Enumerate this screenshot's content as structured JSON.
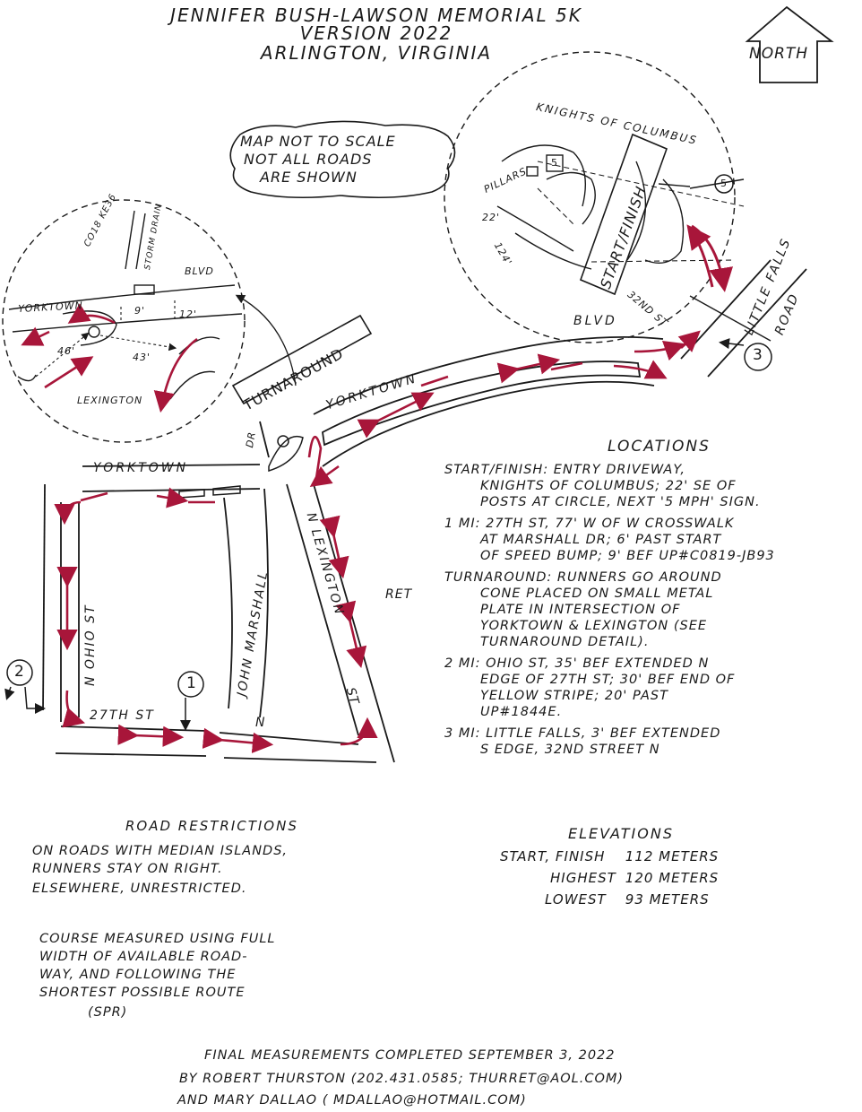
{
  "title": {
    "line1": "Jennifer Bush-Lawson Memorial 5K",
    "line2": "Version 2022",
    "line3": "Arlington, Virginia"
  },
  "north_label": "North",
  "scale_note": [
    "Map not to scale",
    "Not all roads",
    "are shown"
  ],
  "turnaround_label": "Turnaround",
  "start_finish_label": "Start/Finish",
  "knights_label": "Knights of Columbus",
  "streets": {
    "yorktown_main": "Yorktown",
    "blvd": "Blvd",
    "yorktown_lower": "Yorktown",
    "little_falls_1": "Little Falls",
    "little_falls_2": "Road",
    "st_32": "32nd St",
    "dr": "Dr",
    "john_marshall": "John Marshall",
    "n_lexington": "N Lexington",
    "st": "St",
    "n_ohio": "N Ohio St",
    "st_27": "27th St",
    "n": "N",
    "ret": "RET"
  },
  "inset_turnaround": {
    "yorktown": "Yorktown",
    "blvd": "Blvd",
    "storm_drain": "Storm Drain",
    "lexington": "Lexington",
    "benchmark": "CO18 KE36",
    "d46": "46'",
    "d43": "43'",
    "d9": "9'",
    "d12": "12'"
  },
  "inset_start": {
    "pillars": "Pillars",
    "d22": "22'",
    "d124": "124'",
    "sign": "5"
  },
  "markers": [
    {
      "id": "1",
      "label": "1"
    },
    {
      "id": "2",
      "label": "2"
    },
    {
      "id": "3",
      "label": "3"
    }
  ],
  "locations": {
    "heading": "Locations",
    "items": [
      [
        "Start/Finish: Entry driveway,",
        "Knights of Columbus; 22' SE of",
        "posts at circle, next '5 MPH' sign."
      ],
      [
        "1 MI: 27th St, 77' W of W crosswalk",
        "at Marshall Dr; 6' past start",
        "of speed bump; 9' bef UP#C0819-JB93"
      ],
      [
        "Turnaround: Runners go around",
        "cone placed on small metal",
        "plate in intersection of",
        "Yorktown & Lexington (see",
        "turnaround detail)."
      ],
      [
        "2 MI: Ohio St, 35' bef extended N",
        "edge of 27th St; 30' bef end of",
        "yellow stripe; 20' past",
        "UP#1844E."
      ],
      [
        "3 MI: Little Falls, 3' bef extended",
        "S edge, 32nd Street N"
      ]
    ]
  },
  "road_restrictions": {
    "heading": "Road Restrictions",
    "lines": [
      "On roads with median islands,",
      "runners stay on right.",
      "Elsewhere, unrestricted."
    ]
  },
  "course_note": {
    "lines": [
      "Course measured using full",
      "width of available road-",
      "way, and following the",
      "shortest possible route",
      "(SPR)"
    ]
  },
  "elevations": {
    "heading": "Elevations",
    "rows": [
      {
        "label": "Start, Finish",
        "value": "112 meters"
      },
      {
        "label": "Highest",
        "value": "120 meters"
      },
      {
        "label": "Lowest",
        "value": "93 meters"
      }
    ]
  },
  "credits": {
    "line1": "Final measurements completed September 3, 2022",
    "line2": "by Robert Thurston (202.431.0585; thurret@aol.com)",
    "line3": "and Mary Dallao ( mdallao@hotmail.com)"
  },
  "colors": {
    "ink": "#1a1a1a",
    "route": "#a8163a"
  }
}
